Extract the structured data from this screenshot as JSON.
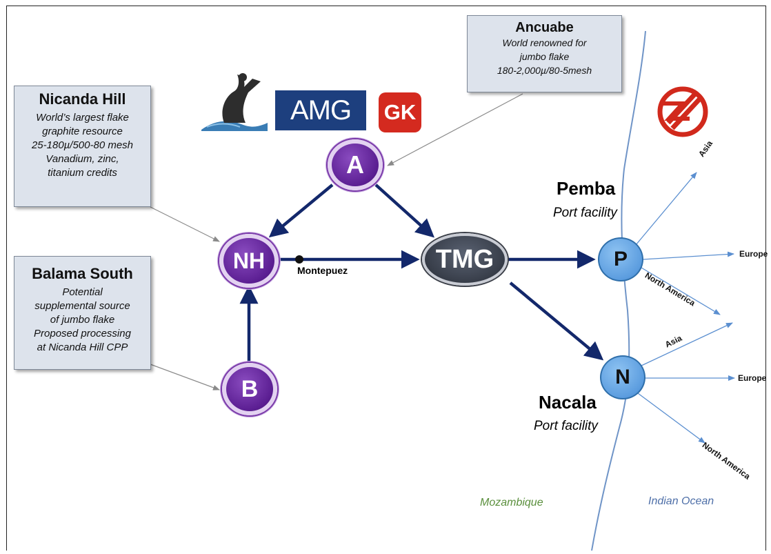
{
  "boxes": {
    "ancuabe": {
      "title": "Ancuabe",
      "desc": "World renowned for\njumbo flake\n180-2,000µ/80-5mesh"
    },
    "nicanda": {
      "title": "Nicanda Hill",
      "desc": "World’s largest flake\ngraphite resource\n25-180µ/500-80  mesh\nVanadium, zinc,\ntitanium credits"
    },
    "balama": {
      "title": "Balama South",
      "desc": "Potential\nsupplemental source\nof jumbo flake\nProposed processing\nat Nicanda Hill CPP"
    }
  },
  "nodes": {
    "a": "A",
    "nh": "NH",
    "b": "B",
    "tmg": "TMG",
    "p": "P",
    "n": "N"
  },
  "logos": {
    "amg": "AMG",
    "gk": "GK"
  },
  "labels": {
    "montepuez": "Montepuez",
    "pemba": "Pemba",
    "pemba_sub": "Port facility",
    "nacala": "Nacala",
    "nacala_sub": "Port facility",
    "mozambique": "Mozambique",
    "indian_ocean": "Indian Ocean"
  },
  "destinations": {
    "pemba": [
      "Asia",
      "Europe",
      "North America"
    ],
    "nacala": [
      "Asia",
      "Europe",
      "North America"
    ]
  },
  "colors": {
    "node_purple": "#5b1e92",
    "port_blue": "#5c9ddf",
    "arrow_navy": "#13286b",
    "route_blue": "#5b8fd0",
    "mozambique_green": "#5a8f3c",
    "ocean_blue": "#4e6fa8"
  }
}
